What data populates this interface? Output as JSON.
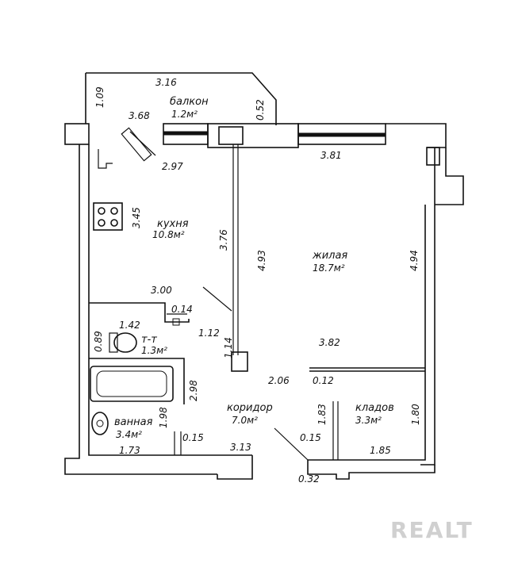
{
  "rooms": {
    "balcony": {
      "name": "балкон",
      "area": "1.2м²"
    },
    "kitchen": {
      "name": "кухня",
      "area": "10.8м²"
    },
    "living": {
      "name": "жилая",
      "area": "18.7м²"
    },
    "wc": {
      "name": "т-т",
      "area": "1.3м²"
    },
    "bath": {
      "name": "ванная",
      "area": "3.4м²"
    },
    "corridor": {
      "name": "коридор",
      "area": "7.0м²"
    },
    "storage": {
      "name": "кладов",
      "area": "3.3м²"
    }
  },
  "dimensions": {
    "balcony_width": "3.16",
    "balcony_depth": "1.09",
    "balcony_side": "0.52",
    "kitchen_top": "3.68",
    "kitchen_door": "2.97",
    "kitchen_height": "3.45",
    "kitchen_wall": "3.76",
    "kitchen_width": "3.00",
    "living_top": "3.81",
    "living_left": "4.93",
    "living_right": "4.94",
    "living_bottom": "3.82",
    "wc_width": "1.42",
    "wc_depth": "0.89",
    "wc_gap": "0.14",
    "wc_door": "1.12",
    "partition": "1.14",
    "bath_height": "2.98",
    "bath_depth": "1.98",
    "bath_width": "1.73",
    "bath_wall": "0.15",
    "corridor_width": "3.13",
    "corridor_mid": "2.06",
    "living_wall": "0.12",
    "storage_left": "1.83",
    "storage_right": "1.80",
    "storage_wall": "0.15",
    "storage_width": "1.85",
    "entrance": "0.32"
  },
  "watermark": "REALT"
}
